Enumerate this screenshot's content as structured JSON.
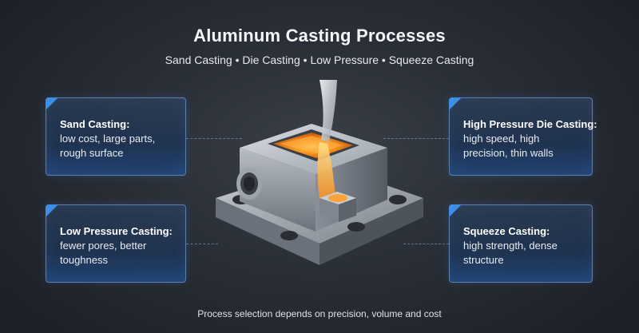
{
  "header": {
    "title": "Aluminum Casting Processes",
    "subtitle": "Sand Casting • Die Casting • Low Pressure • Squeeze Casting"
  },
  "cards": {
    "sand": {
      "heading": "Sand Casting:",
      "lines": [
        "low cost, large parts,",
        "rough surface"
      ]
    },
    "low_pressure": {
      "heading": "Low Pressure Casting:",
      "lines": [
        "fewer pores, better",
        "toughness"
      ]
    },
    "high_pressure": {
      "heading": "High Pressure Die Casting:",
      "lines": [
        "high speed, high",
        "precision, thin walls"
      ]
    },
    "squeeze": {
      "heading": "Squeeze Casting:",
      "lines": [
        "high strength, dense",
        "structure"
      ]
    }
  },
  "footer": {
    "note": "Process selection depends on precision, volume and cost"
  },
  "colors": {
    "card_accent": "#3d8ee6",
    "card_border": "#5a7fae",
    "molten_metal": "#f28a1e",
    "background": "#2b3038"
  },
  "illustration": {
    "subject": "metal-casting-block-with-molten-aluminum-pour"
  }
}
